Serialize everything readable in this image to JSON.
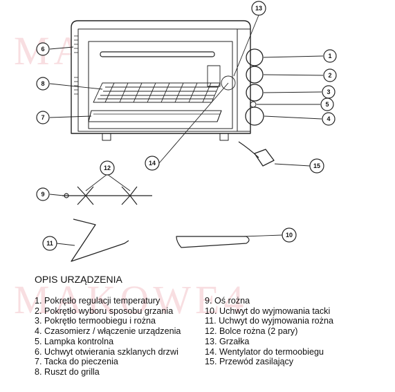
{
  "watermark": "MAKOWE4",
  "heading": "OPIS URZĄDZENIA",
  "callouts": [
    "1",
    "2",
    "3",
    "4",
    "5",
    "6",
    "7",
    "8",
    "9",
    "10",
    "11",
    "12",
    "13",
    "14",
    "15"
  ],
  "parts_left": [
    "1. Pokrętło regulacji temperatury",
    "2. Pokrętło wyboru sposobu grzania",
    "3. Pokrętło termoobiegu i rożna",
    "4. Czasomierz / włączenie urządzenia",
    "5. Lampka kontrolna",
    "6. Uchwyt otwierania szklanych drzwi",
    "7. Tacka do pieczenia",
    "8. Ruszt do grilla"
  ],
  "parts_right": [
    "9. Oś rożna",
    "10. Uchwyt do wyjmowania tacki",
    "11. Uchwyt do wyjmowania rożna",
    "12. Bolce rożna (2 pary)",
    "13. Grzałka",
    "14. Wentylator do termoobiegu",
    "15. Przewód zasilający"
  ]
}
